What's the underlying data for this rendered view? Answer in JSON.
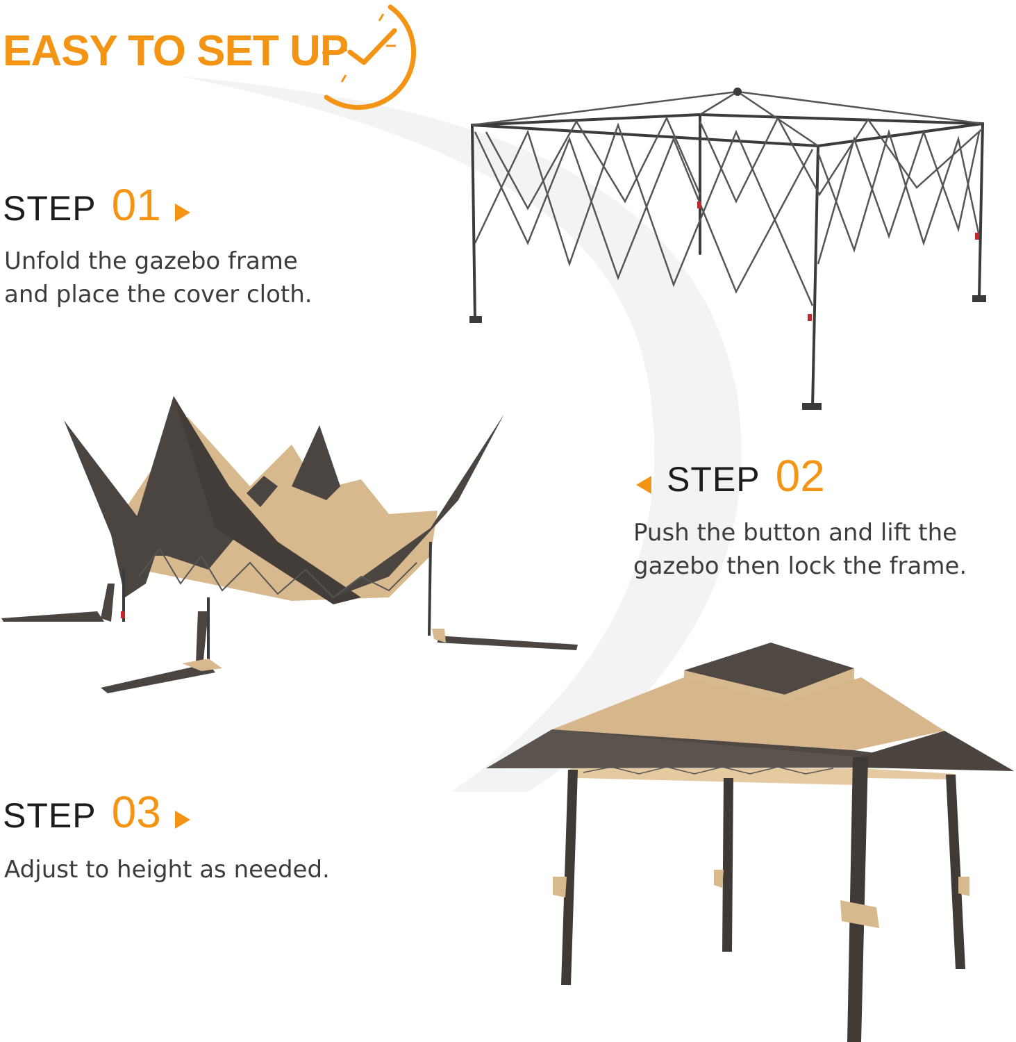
{
  "header": {
    "title": "EASY TO SET UP",
    "colors": {
      "accent": "#f39415",
      "text": "#1c1c1c",
      "body_text": "#3c3c3c"
    },
    "icon": "clock-checkmark-icon"
  },
  "steps": [
    {
      "word": "STEP",
      "number": "01",
      "lines": [
        "Unfold the gazebo frame",
        "and place the cover cloth."
      ],
      "icon": "triangle-right-icon",
      "image": "gazebo-frame-illustration"
    },
    {
      "word": "STEP",
      "number": "02",
      "lines": [
        "Push the button and lift the",
        "gazebo then lock the frame."
      ],
      "icon": "triangle-left-icon",
      "image": "draped-cover-illustration"
    },
    {
      "word": "STEP",
      "number": "03",
      "lines": [
        "Adjust to height as needed."
      ],
      "icon": "triangle-right-icon",
      "image": "assembled-gazebo-illustration"
    }
  ]
}
